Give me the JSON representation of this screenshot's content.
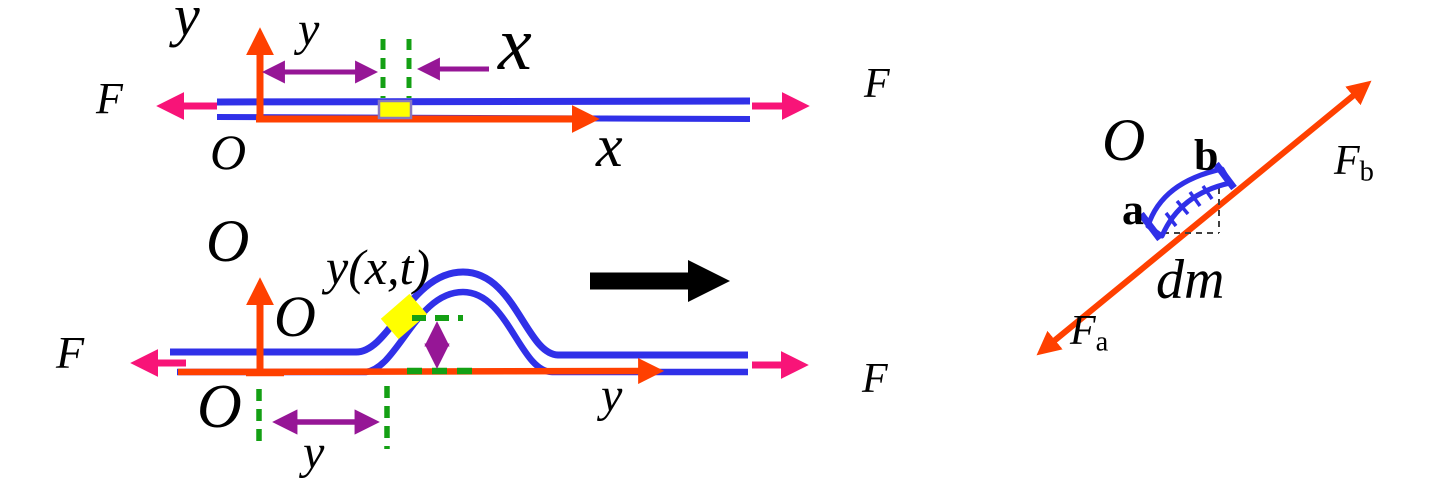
{
  "colors": {
    "string_blue": "#3030e8",
    "axis_orange": "#ff4000",
    "tension_pink": "#f81478",
    "measure_purple": "#961696",
    "guide_green": "#14a014",
    "element_yellow": "#ffff00",
    "element_border": "#8878c0",
    "velocity_black": "#000000",
    "projection_dash_gray": "#404040"
  },
  "top_diagram": {
    "axis_y_label": "y",
    "measure_y_label": "y",
    "pointer_x_label": "x",
    "force_left_label": "F",
    "force_right_label": "F",
    "origin_label": "O",
    "axis_x_label": "x"
  },
  "bottom_diagram": {
    "origin_top_label": "O",
    "origin_mid_label": "O",
    "origin_bottom_label": "O",
    "wave_function_label": "y(x,t)",
    "force_left_label": "F",
    "force_right_label": "F",
    "measure_y_label": "y",
    "axis_y_label": "y"
  },
  "element_diagram": {
    "origin_label": "O",
    "point_a_label": "a",
    "point_b_label": "b",
    "mass_label": "dm",
    "force_a_label": "F",
    "force_a_sub": "a",
    "force_b_label": "F",
    "force_b_sub": "b"
  }
}
